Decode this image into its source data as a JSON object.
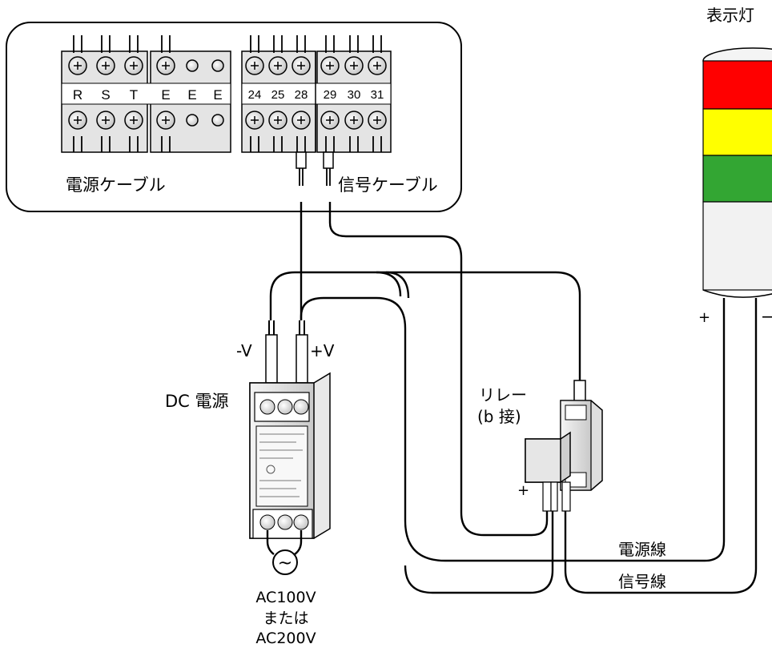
{
  "terminal_block": {
    "power_terminals": [
      "R",
      "S",
      "T",
      "E",
      "E",
      "E"
    ],
    "signal_terminals": [
      "24",
      "25",
      "28",
      "29",
      "30",
      "31"
    ],
    "power_cable_label": "電源ケーブル",
    "signal_cable_label": "信号ケーブル"
  },
  "indicator": {
    "label": "表示灯",
    "plus": "+",
    "minus": "−",
    "colors": {
      "red": "#ff0000",
      "yellow": "#ffff00",
      "green": "#33a633",
      "white": "#f2f2f2"
    }
  },
  "dc_supply": {
    "label": "DC 電源",
    "minus_v": "-V",
    "plus_v": "+V",
    "ac_line1": "AC100V",
    "ac_line2": "または",
    "ac_line3": "AC200V",
    "ac_symbol": "~"
  },
  "relay": {
    "label_line1": "リレー",
    "label_line2": "(b 接)",
    "plus": "+"
  },
  "wires": {
    "power_line": "電源線",
    "signal_line": "信号線"
  }
}
